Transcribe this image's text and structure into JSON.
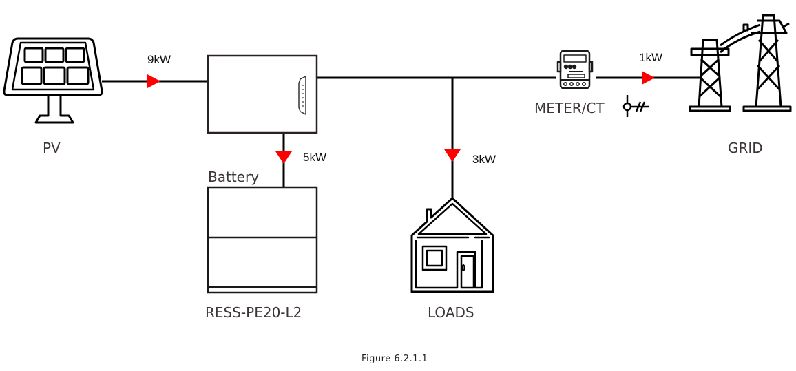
{
  "diagram": {
    "components": {
      "pv": {
        "label": "PV"
      },
      "inverter": {
        "label": ""
      },
      "battery": {
        "caption": "Battery",
        "label": "RESS-PE20-L2"
      },
      "loads": {
        "label": "LOADS"
      },
      "meter": {
        "label": "METER/CT"
      },
      "grid": {
        "label": "GRID"
      }
    },
    "flows": [
      {
        "from": "PV",
        "to": "Inverter",
        "value": "9kW",
        "direction": "right"
      },
      {
        "from": "Inverter",
        "to": "Battery",
        "value": "5kW",
        "direction": "down"
      },
      {
        "from": "Bus",
        "to": "Loads",
        "value": "3kW",
        "direction": "down"
      },
      {
        "from": "Meter",
        "to": "Grid",
        "value": "1kW",
        "direction": "right"
      }
    ],
    "colors": {
      "arrow": "#ff0000",
      "line": "#000000",
      "label": "#3d3535"
    }
  },
  "caption": "Figure 6.2.1.1"
}
